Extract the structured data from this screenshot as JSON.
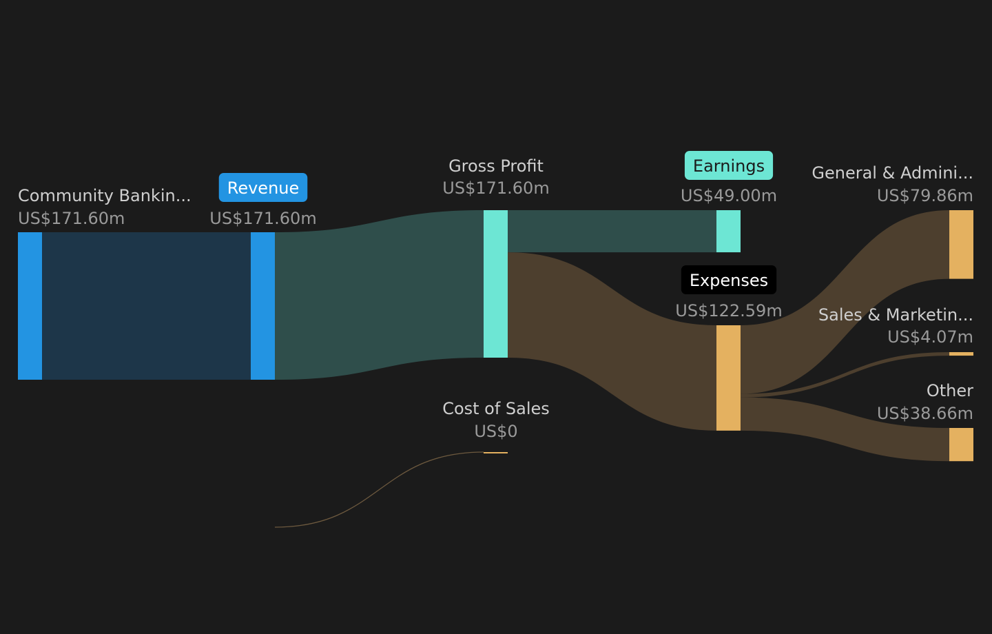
{
  "chart_data": {
    "type": "sankey",
    "title": "",
    "colors": {
      "background": "#1b1b1b",
      "revenue": "#2394e2",
      "revenue_link": "#1d3649",
      "profit": "#6de6d4",
      "profit_link": "#2f4e4b",
      "expense": "#e4b160",
      "expense_link": "#4d3f2e",
      "label": "#cfcfcf",
      "value": "#9a9a9a"
    },
    "nodes": [
      {
        "id": "community",
        "name": "Community Bankin...",
        "value_label": "US$171.60m",
        "value": 171.6,
        "group": "revenue"
      },
      {
        "id": "revenue",
        "name": "Revenue",
        "value_label": "US$171.60m",
        "value": 171.6,
        "group": "revenue",
        "badge": true
      },
      {
        "id": "gross_profit",
        "name": "Gross Profit",
        "value_label": "US$171.60m",
        "value": 171.6,
        "group": "profit"
      },
      {
        "id": "cost_of_sales",
        "name": "Cost of Sales",
        "value_label": "US$0",
        "value": 0,
        "group": "expense"
      },
      {
        "id": "earnings",
        "name": "Earnings",
        "value_label": "US$49.00m",
        "value": 49.0,
        "group": "profit",
        "badge": true
      },
      {
        "id": "expenses",
        "name": "Expenses",
        "value_label": "US$122.59m",
        "value": 122.59,
        "group": "expense",
        "badge": true
      },
      {
        "id": "ga",
        "name": "General & Admini...",
        "value_label": "US$79.86m",
        "value": 79.86,
        "group": "expense"
      },
      {
        "id": "sm",
        "name": "Sales & Marketin...",
        "value_label": "US$4.07m",
        "value": 4.07,
        "group": "expense"
      },
      {
        "id": "other",
        "name": "Other",
        "value_label": "US$38.66m",
        "value": 38.66,
        "group": "expense"
      }
    ],
    "links": [
      {
        "source": "community",
        "target": "revenue",
        "value": 171.6,
        "group": "revenue"
      },
      {
        "source": "revenue",
        "target": "gross_profit",
        "value": 171.6,
        "group": "profit"
      },
      {
        "source": "revenue",
        "target": "cost_of_sales",
        "value": 0,
        "group": "expense"
      },
      {
        "source": "gross_profit",
        "target": "earnings",
        "value": 49.0,
        "group": "profit"
      },
      {
        "source": "gross_profit",
        "target": "expenses",
        "value": 122.59,
        "group": "expense"
      },
      {
        "source": "expenses",
        "target": "ga",
        "value": 79.86,
        "group": "expense"
      },
      {
        "source": "expenses",
        "target": "sm",
        "value": 4.07,
        "group": "expense"
      },
      {
        "source": "expenses",
        "target": "other",
        "value": 38.66,
        "group": "expense"
      }
    ]
  }
}
